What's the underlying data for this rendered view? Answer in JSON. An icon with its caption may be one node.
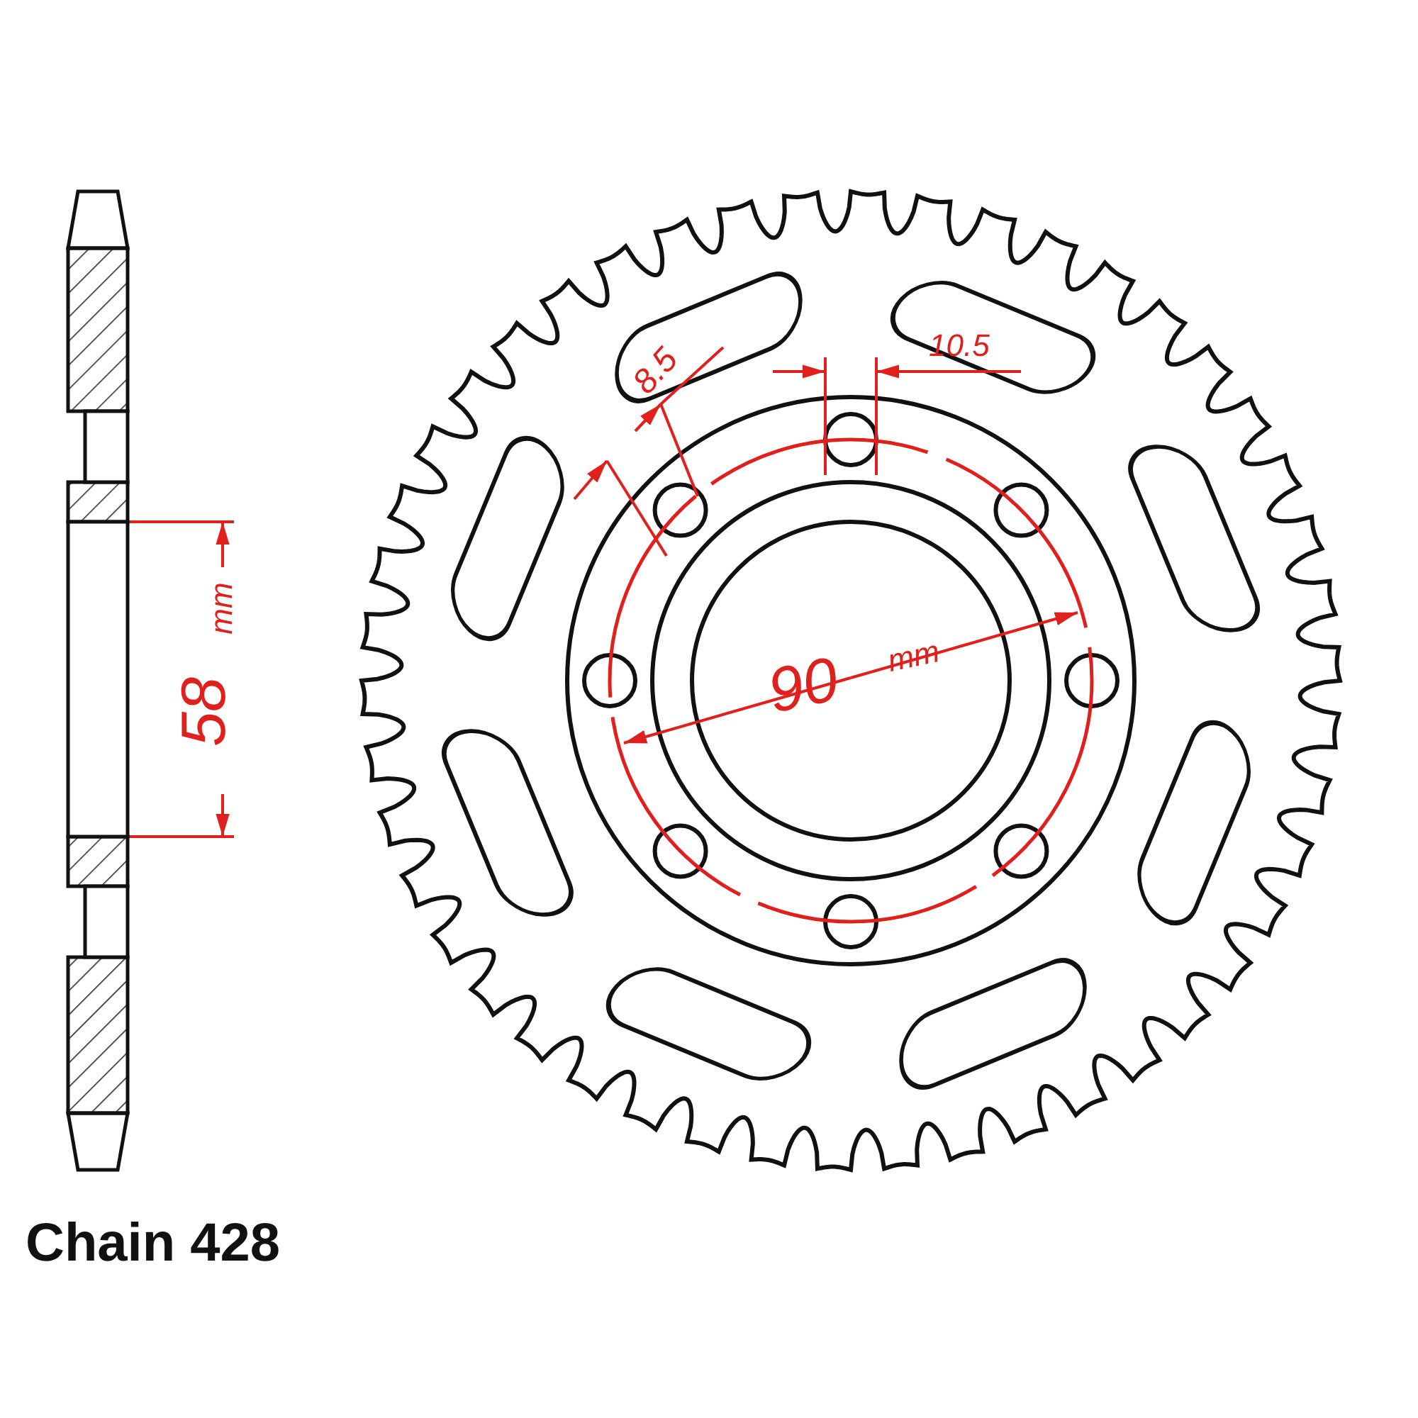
{
  "diagram": {
    "labels": [
      "8.5",
      "10.5",
      "58",
      "mm",
      "90",
      "mm",
      "Chain 428"
    ]
  }
}
